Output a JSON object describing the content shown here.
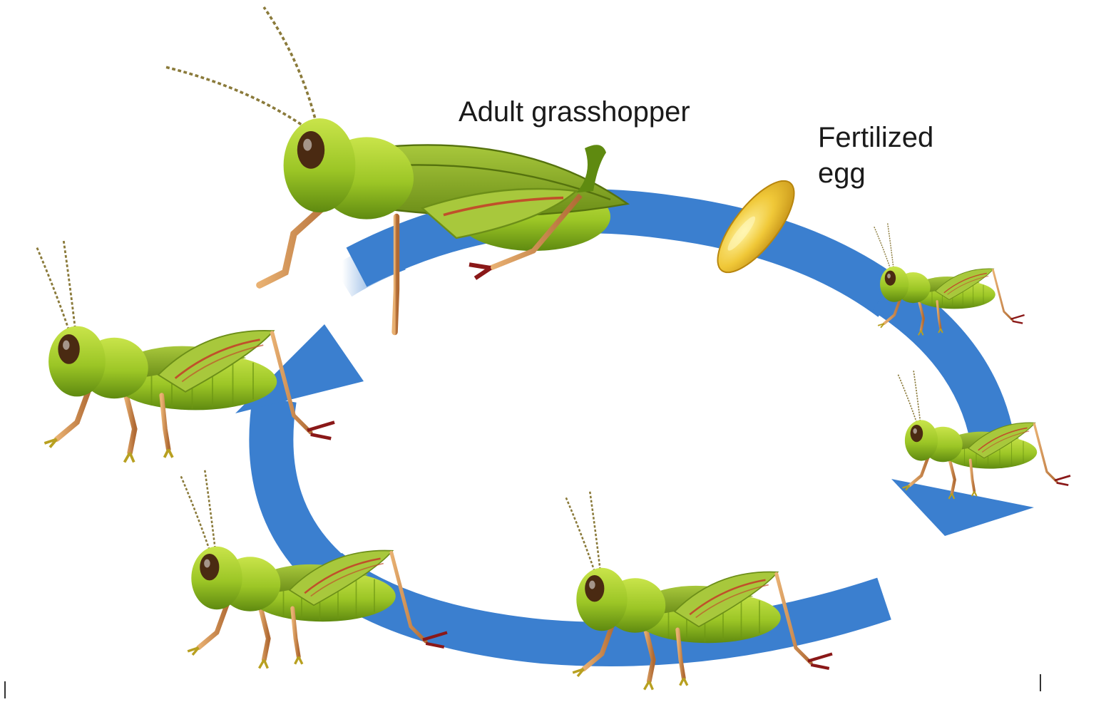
{
  "labels": {
    "adult": "Adult grasshopper",
    "egg_line1": "Fertilized",
    "egg_line2": "egg"
  },
  "stages": [
    {
      "name": "adult",
      "shown_text": "Adult grasshopper"
    },
    {
      "name": "egg",
      "shown_text": "Fertilized egg"
    },
    {
      "name": "nymph-1"
    },
    {
      "name": "nymph-2"
    },
    {
      "name": "nymph-3"
    },
    {
      "name": "nymph-4"
    },
    {
      "name": "nymph-5"
    }
  ],
  "colors": {
    "arrow": "#3b7fcf",
    "body_light": "#b8d832",
    "body_mid": "#8fbf1e",
    "body_dark": "#5f8a10",
    "eye": "#4a2a12",
    "leg": "#c98a50",
    "foot": "#8a1818",
    "egg": "#f0c838",
    "text": "#1a1a1a"
  }
}
